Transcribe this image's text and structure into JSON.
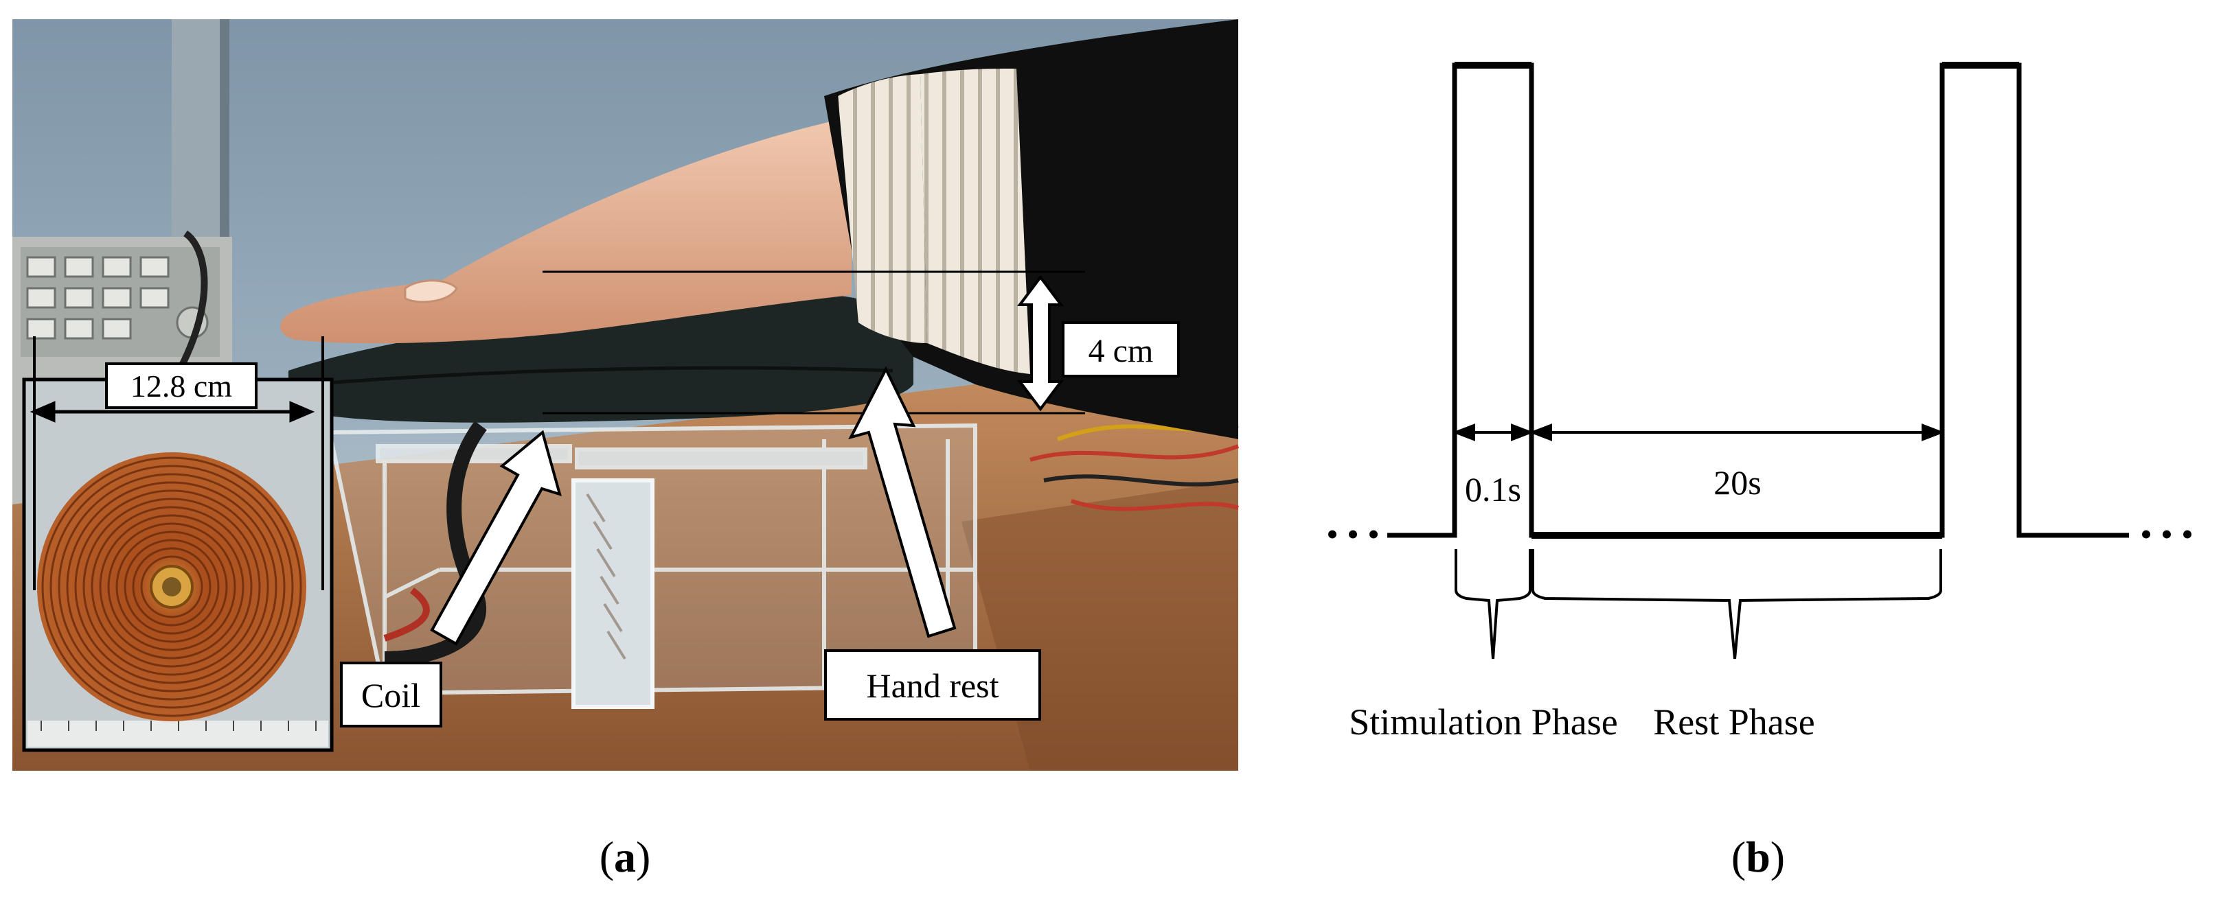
{
  "panel_a": {
    "caption_open": "(",
    "caption_letter": "a",
    "caption_close": ")",
    "labels": {
      "coil_width": "12.8 cm",
      "height": "4 cm",
      "coil": "Coil",
      "hand_rest": "Hand rest"
    }
  },
  "panel_b": {
    "caption_open": "(",
    "caption_letter": "b",
    "caption_close": ")",
    "labels": {
      "pulse_width": "0.1s",
      "rest_width": "20s",
      "stimulation_phase": "Stimulation Phase",
      "rest_phase": "Rest Phase",
      "ellipsis_left": "• • •",
      "ellipsis_right": "• • •"
    }
  },
  "colors": {
    "line": "#000000",
    "label_box": "#ffffff",
    "arrow": "#ffffff",
    "copper": "#b5531e",
    "copper_dark": "#6e2c0c",
    "wall": "#8ea3b3",
    "desk": "#a8683a",
    "sleeve": "#111111",
    "cuff": "#ece7dc",
    "skin": "#e8b79c"
  }
}
